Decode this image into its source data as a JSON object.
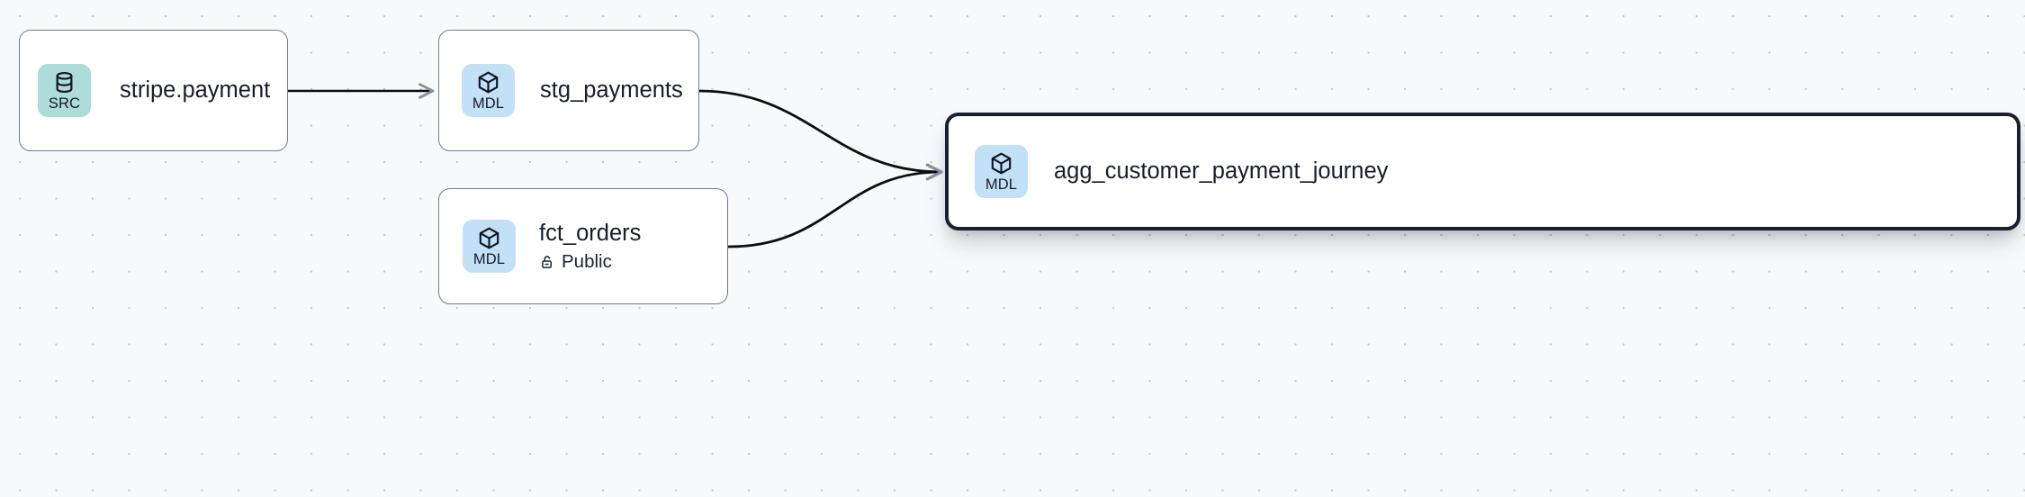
{
  "canvas": {
    "background_color": "#f7f9fb",
    "dot_color": "#c3c8d4",
    "dot_spacing": 40.5
  },
  "legend": {
    "source_badge_color": "#addcdb",
    "model_badge_color": "#c2e1f7",
    "node_border_color": "#737d8e",
    "selected_border_color": "#1b2030",
    "edge_color": "#0b0d12",
    "text_color": "#181d2b"
  },
  "nodes": [
    {
      "id": "stripe-payment",
      "title": "stripe.payment",
      "badge_label": "SRC",
      "badge_type": "src",
      "badge_icon": "database-icon",
      "meta_label": "",
      "meta_icon": "",
      "selected": false
    },
    {
      "id": "stg-payments",
      "title": "stg_payments",
      "badge_label": "MDL",
      "badge_type": "mdl",
      "badge_icon": "cube-icon",
      "meta_label": "",
      "meta_icon": "",
      "selected": false
    },
    {
      "id": "fct-orders",
      "title": "fct_orders",
      "badge_label": "MDL",
      "badge_type": "mdl",
      "badge_icon": "cube-icon",
      "meta_label": "Public",
      "meta_icon": "unlocked-padlock-icon",
      "selected": false
    },
    {
      "id": "agg-customer-payment-journey",
      "title": "agg_customer_payment_journey",
      "badge_label": "MDL",
      "badge_type": "mdl",
      "badge_icon": "cube-icon",
      "meta_label": "",
      "meta_icon": "",
      "selected": true
    }
  ],
  "edges": [
    {
      "id": "edge-stripe-to-stg",
      "from": "stripe-payment",
      "to": "stg-payments",
      "style": "straight",
      "arrowhead": true
    },
    {
      "id": "edge-stg-to-agg",
      "from": "stg-payments",
      "to": "agg-customer-payment-journey",
      "style": "bezier",
      "arrowhead": true
    },
    {
      "id": "edge-fct-to-agg",
      "from": "fct-orders",
      "to": "agg-customer-payment-journey",
      "style": "bezier",
      "arrowhead": true
    }
  ]
}
